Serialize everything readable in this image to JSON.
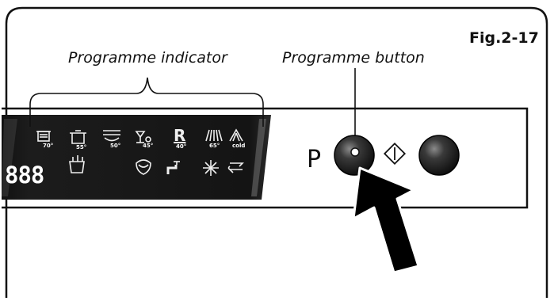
{
  "figure_label": "Fig.2-17",
  "callouts": {
    "programme_indicator": "Programme indicator",
    "programme_button": "Programme button"
  },
  "panel": {
    "programme_letter": "P",
    "display_digits": "888",
    "programme_temps": [
      "70°",
      "55°",
      "50°",
      "45°",
      "40°",
      "65°",
      "cold"
    ],
    "rinse_letter": "R"
  },
  "icons": {
    "programmes": [
      "intensive-pot-icon",
      "pot-icon",
      "tray-icon",
      "glass-icon",
      "rinse-r-icon",
      "spray-icon",
      "cold-spray-icon"
    ],
    "status": [
      "half-load-icon",
      "salt-icon",
      "tap-icon",
      "sparkle-icon",
      "rinse-aid-icon"
    ],
    "start_pause": "start-pause-icon",
    "pointer": "arrow-pointer-icon"
  },
  "colors": {
    "panel_outline": "#111111",
    "display_background": "#0b0b0b",
    "button": "#2a2a2a"
  }
}
